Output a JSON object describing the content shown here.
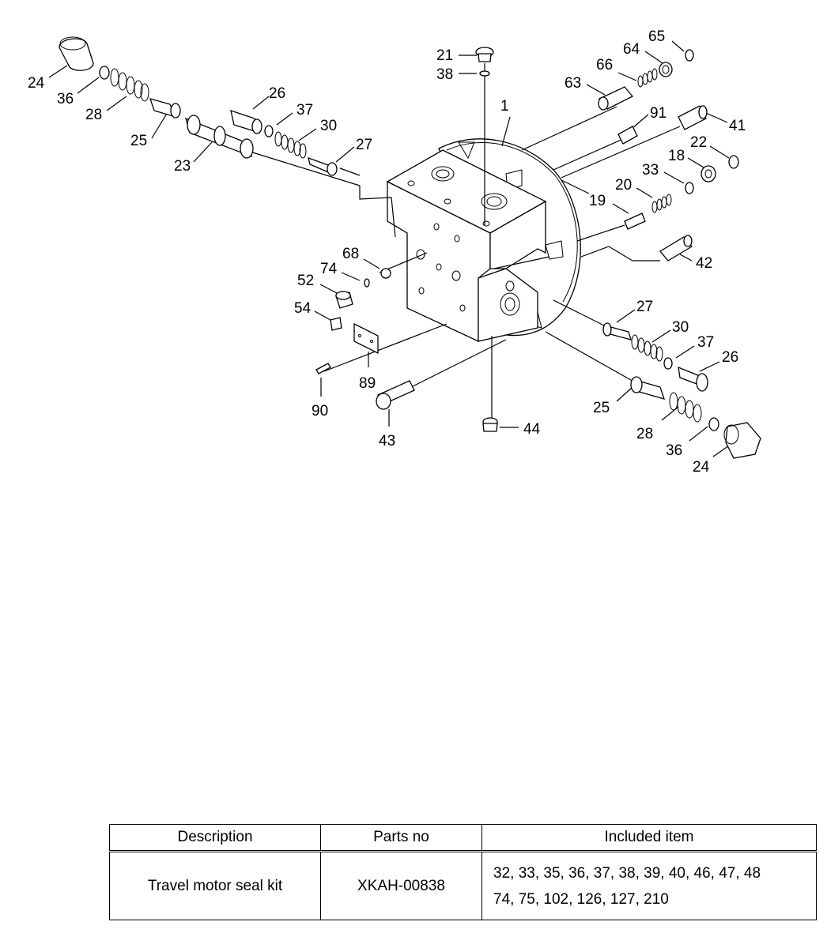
{
  "diagram": {
    "callouts": [
      {
        "id": "c24a",
        "text": "24"
      },
      {
        "id": "c36a",
        "text": "36"
      },
      {
        "id": "c28a",
        "text": "28"
      },
      {
        "id": "c25a",
        "text": "25"
      },
      {
        "id": "c23",
        "text": "23"
      },
      {
        "id": "c26a",
        "text": "26"
      },
      {
        "id": "c37a",
        "text": "37"
      },
      {
        "id": "c30a",
        "text": "30"
      },
      {
        "id": "c27a",
        "text": "27"
      },
      {
        "id": "c21",
        "text": "21"
      },
      {
        "id": "c38",
        "text": "38"
      },
      {
        "id": "c1",
        "text": "1"
      },
      {
        "id": "c63",
        "text": "63"
      },
      {
        "id": "c66",
        "text": "66"
      },
      {
        "id": "c64",
        "text": "64"
      },
      {
        "id": "c65",
        "text": "65"
      },
      {
        "id": "c91",
        "text": "91"
      },
      {
        "id": "c41",
        "text": "41"
      },
      {
        "id": "c22",
        "text": "22"
      },
      {
        "id": "c18",
        "text": "18"
      },
      {
        "id": "c33",
        "text": "33"
      },
      {
        "id": "c20",
        "text": "20"
      },
      {
        "id": "c19",
        "text": "19"
      },
      {
        "id": "c42",
        "text": "42"
      },
      {
        "id": "c68",
        "text": "68"
      },
      {
        "id": "c74",
        "text": "74"
      },
      {
        "id": "c52",
        "text": "52"
      },
      {
        "id": "c54",
        "text": "54"
      },
      {
        "id": "c89",
        "text": "89"
      },
      {
        "id": "c90",
        "text": "90"
      },
      {
        "id": "c43",
        "text": "43"
      },
      {
        "id": "c44",
        "text": "44"
      },
      {
        "id": "c27b",
        "text": "27"
      },
      {
        "id": "c30b",
        "text": "30"
      },
      {
        "id": "c37b",
        "text": "37"
      },
      {
        "id": "c26b",
        "text": "26"
      },
      {
        "id": "c25b",
        "text": "25"
      },
      {
        "id": "c28b",
        "text": "28"
      },
      {
        "id": "c36b",
        "text": "36"
      },
      {
        "id": "c24b",
        "text": "24"
      }
    ]
  },
  "table": {
    "headers": [
      "Description",
      "Parts no",
      "Included item"
    ],
    "row": {
      "description": "Travel motor seal kit",
      "parts_no": "XKAH-00838",
      "included_line1": "32, 33, 35, 36, 37, 38, 39, 40, 46, 47, 48",
      "included_line2": "74, 75, 102, 126, 127, 210"
    }
  }
}
